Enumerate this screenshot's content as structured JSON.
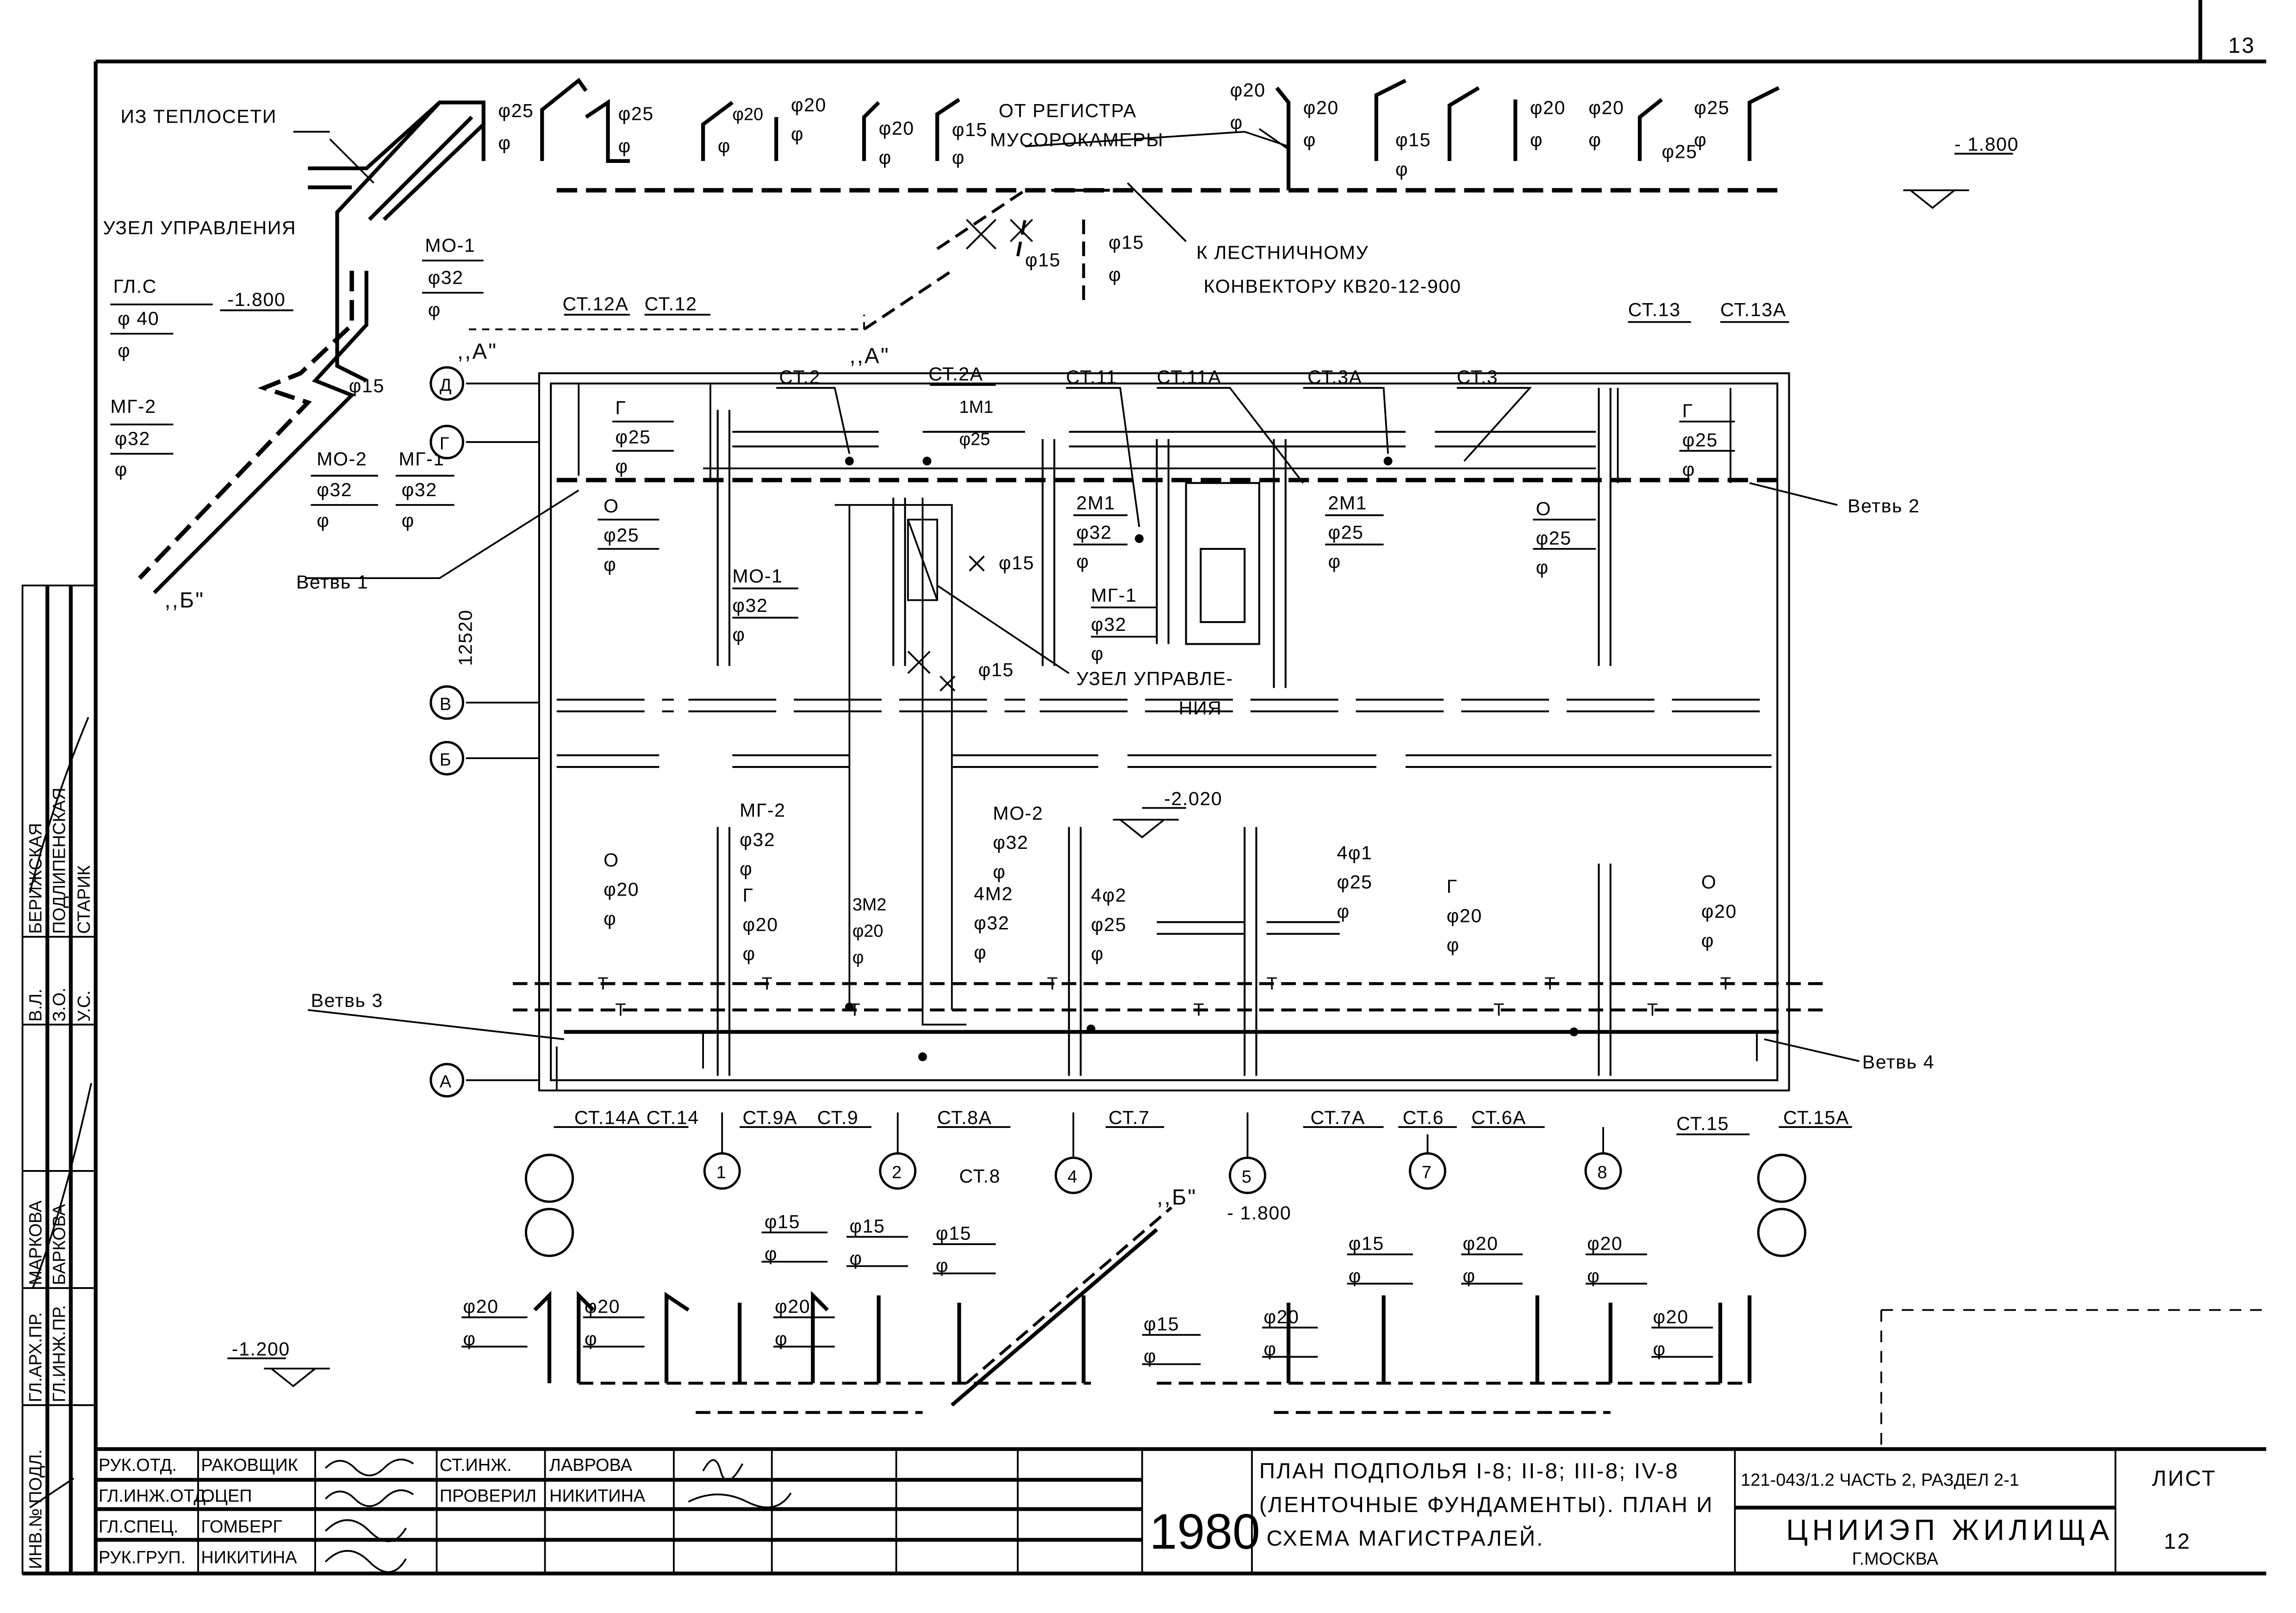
{
  "sheet_number_top": "13",
  "top_scheme": {
    "from_network": "ИЗ ТЕПЛОСЕТИ",
    "control_unit": "УЗЕЛ УПРАВЛЕНИЯ",
    "from_register_1": "ОТ РЕГИСТРА",
    "from_register_2": "МУСОРОКАМЕРЫ",
    "to_stair_1": "К ЛЕСТНИЧНОМУ",
    "to_stair_2": "КОНВЕКТОРУ КВ20-12-900",
    "level_right": "- 1.800",
    "tags": [
      "φ25",
      "φ",
      "φ25",
      "φ",
      "φ20",
      "φ",
      "φ20",
      "φ",
      "φ15",
      "φ",
      "φ20",
      "φ",
      "φ20",
      "φ",
      "φ20",
      "φ",
      "φ15",
      "φ",
      "φ20",
      "φ",
      "φ20",
      "φ",
      "φ25",
      "φ25",
      "φ",
      "φ15",
      "φ15",
      "φ"
    ]
  },
  "left_scheme": {
    "gls": "ГЛ.С",
    "gls_d": "φ 40",
    "gls_f": "φ",
    "level": "-1.800",
    "mo1": "МО-1",
    "mo1_d": "φ32",
    "mo1_f": "φ",
    "mg2": "МГ-2",
    "mg2_d": "φ32",
    "mg2_f": "φ",
    "d15": "φ15",
    "mo2": "МО-2",
    "mo2_d": "φ32",
    "mo2_f": "φ",
    "mg1": "МГ-1",
    "mg1_d": "φ32",
    "mg1_f": "φ",
    "point_b": ",,Б\"",
    "point_a1": ",,А\"",
    "point_a2": ",,А\""
  },
  "plan": {
    "risers_top": [
      "СТ.12А",
      "СТ.12",
      "СТ.2",
      "СТ.2А",
      "1М1",
      "СТ.11",
      "СТ.11А",
      "СТ.3А",
      "СТ.3",
      "СТ.13",
      "СТ.13А"
    ],
    "axes_rows": [
      "Д",
      "Г",
      "В",
      "Б",
      "А"
    ],
    "axes_cols": [
      "1",
      "2",
      "4",
      "5",
      "7",
      "8"
    ],
    "dimension": "12520",
    "branches": [
      "Ветвь 1",
      "Ветвь 2",
      "Ветвь 3",
      "Ветвь 4"
    ],
    "control_unit_1": "УЗЕЛ УПРАВЛЕ-",
    "control_unit_2": "НИЯ",
    "level_center": "-2.020",
    "tags_upper": [
      {
        "a": "Г",
        "b": "φ25",
        "c": "φ"
      },
      {
        "a": "О",
        "b": "φ25",
        "c": "φ"
      },
      {
        "a": "МО-1",
        "b": "φ32",
        "c": "φ"
      },
      {
        "a": "2М1",
        "b": "φ32",
        "c": "φ"
      },
      {
        "a": "МГ-1",
        "b": "φ32",
        "c": "φ"
      },
      {
        "a": "2М1",
        "b": "φ25",
        "c": "φ"
      },
      {
        "a": "О",
        "b": "φ25",
        "c": "φ"
      },
      {
        "a": "Г",
        "b": "φ25",
        "c": "φ"
      }
    ],
    "small_tags": [
      "φ25",
      "φ15",
      "φ15"
    ],
    "tags_lower": [
      {
        "a": "О",
        "b": "φ20",
        "c": "φ"
      },
      {
        "a": "МГ-2",
        "b": "φ32",
        "c": "φ"
      },
      {
        "a": "Г",
        "b": "φ20",
        "c": "φ"
      },
      {
        "a": "3М2",
        "b": "φ20",
        "c": "φ"
      },
      {
        "a": "МО-2",
        "b": "φ32",
        "c": "φ"
      },
      {
        "a": "4М2",
        "b": "φ32",
        "c": "φ"
      },
      {
        "a": "4φ2",
        "b": "φ25",
        "c": "φ"
      },
      {
        "a": "4φ1",
        "b": "φ25",
        "c": "φ"
      },
      {
        "a": "Г",
        "b": "φ20",
        "c": "φ"
      },
      {
        "a": "О",
        "b": "φ20",
        "c": "φ"
      }
    ],
    "risers_bottom": [
      "СТ.14А СТ.14",
      "СТ.9А",
      "СТ.9",
      "СТ.8А",
      "СТ.8",
      "СТ.7",
      "СТ.7А",
      "СТ.6",
      "СТ.6А",
      "СТ.15",
      "СТ.15А"
    ],
    "trap": "Т"
  },
  "bottom_scheme": {
    "point_b": ",,Б\"",
    "level_1": "- 1.800",
    "level_2": "-1.200",
    "tags": [
      "φ15",
      "φ",
      "φ15",
      "φ",
      "φ15",
      "φ",
      "φ20",
      "φ",
      "φ20",
      "φ",
      "φ20",
      "φ",
      "φ15",
      "φ",
      "φ15",
      "φ",
      "φ20",
      "φ",
      "φ20",
      "φ",
      "φ20",
      "φ",
      "φ20",
      "φ"
    ]
  },
  "title_block": {
    "rows": [
      {
        "role": "РУК.ОТД.",
        "name": "РАКОВЩИК",
        "role2": "СТ.ИНЖ.",
        "name2": "ЛАВРОВА"
      },
      {
        "role": "ГЛ.ИНЖ.ОТД.",
        "name": "ОЦЕП",
        "role2": "ПРОВЕРИЛ",
        "name2": "НИКИТИНА"
      },
      {
        "role": "ГЛ.СПЕЦ.",
        "name": "ГОМБЕРГ",
        "role2": "",
        "name2": ""
      },
      {
        "role": "РУК.ГРУП.",
        "name": "НИКИТИНА",
        "role2": "",
        "name2": ""
      }
    ],
    "year": "1980",
    "title_1": "ПЛАН ПОДПОЛЬЯ I-8; II-8; III-8; IV-8",
    "title_2": "(ЛЕНТОЧНЫЕ ФУНДАМЕНТЫ). ПЛАН И",
    "title_3": "СХЕМА  МАГИСТРАЛЕЙ.",
    "code": "121-043/1.2 ЧАСТЬ 2, РАЗДЕЛ 2-1",
    "org": "ЦНИИЭП ЖИЛИЩА",
    "city": "Г.МОСКВА",
    "sheet_label": "ЛИСТ",
    "sheet": "12"
  },
  "side_stamp": {
    "inv": "ИНВ.№ ПОДЛ.",
    "col1": [
      "ГЛ.АРХ.ПР.",
      "МАРКОВА",
      "В.Л.",
      "БЕРИЖСКАЯ"
    ],
    "col2": [
      "ГЛ.ИНЖ.ПР.",
      "БАРКОВА",
      "З.О.",
      "ПОДЛИПЕНСКАЯ"
    ],
    "col3": [
      "У.С.",
      "СТАРИК"
    ]
  }
}
